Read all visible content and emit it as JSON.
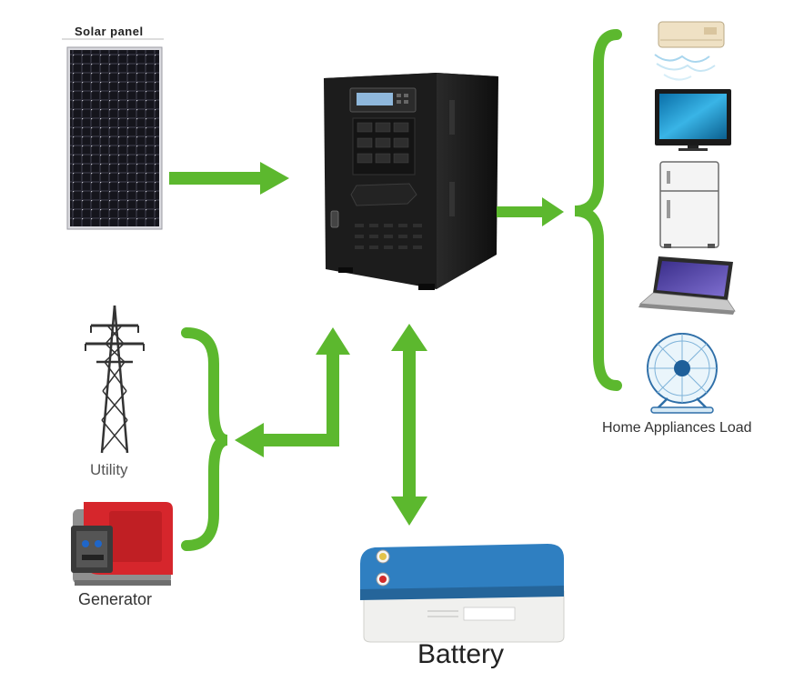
{
  "labels": {
    "solar_panel": "Solar panel",
    "utility": "Utility",
    "generator": "Generator",
    "home_appliances": "Home Appliances",
    "load": "Load",
    "battery": "Battery"
  },
  "colors": {
    "flow_arrow": "#5cb82e",
    "inverter_body": "#1c1c1c",
    "panel_cell": "#15151c",
    "battery_lid": "#2f7fc1",
    "battery_body": "#f0f0ee",
    "generator_red": "#d6262c"
  },
  "icons": {
    "solar": "solar-panel-icon",
    "inverter": "inverter-icon",
    "utility": "power-tower-icon",
    "generator": "generator-icon",
    "battery": "battery-icon",
    "load_items": [
      "air-conditioner-icon",
      "tv-icon",
      "refrigerator-icon",
      "laptop-icon",
      "fan-icon"
    ]
  }
}
